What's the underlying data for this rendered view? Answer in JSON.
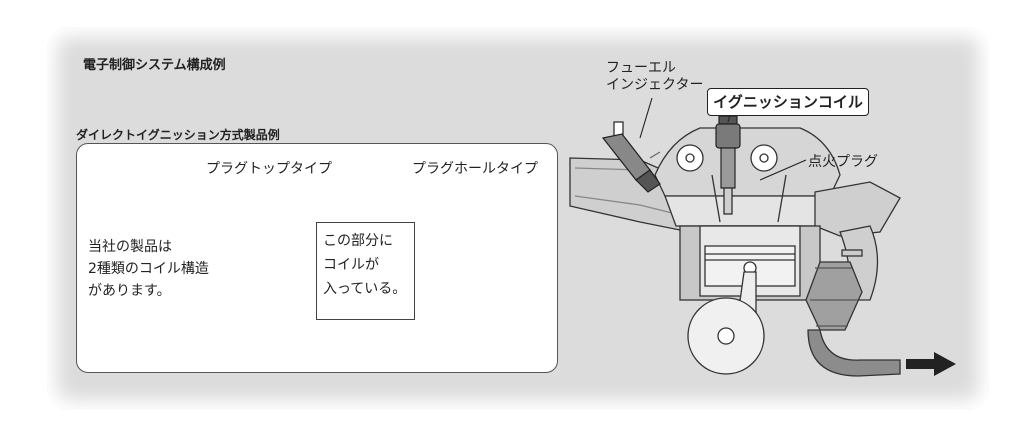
{
  "diagram": {
    "title": "電子制御システム構成例",
    "subtitle": "ダイレクトイグニッション方式製品例",
    "product_types": [
      "プラグトップタイプ",
      "プラグホールタイプ"
    ],
    "note_lines": [
      "当社の製品は",
      "2種類のコイル構造",
      "があります。"
    ],
    "callout_lines": [
      "この部分に",
      "コイルが",
      "入っている。"
    ],
    "engine_labels": {
      "ignition_coil": "イグニッションコイル",
      "injector_line1": "フューエル",
      "injector_line2": "インジェクター",
      "spark_plug": "点火プラグ"
    },
    "colors": {
      "panel": "#dcdcdc",
      "coil_dark": "#7a7a7a",
      "coil_fill": "#9a9a9a"
    }
  }
}
